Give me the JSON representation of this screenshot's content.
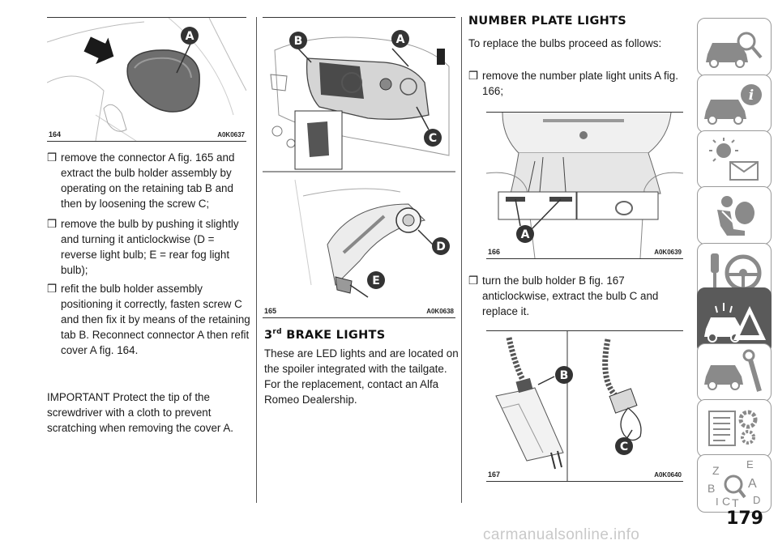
{
  "figures": {
    "fig164": {
      "number": "164",
      "code": "A0K0637",
      "callouts": [
        "A"
      ]
    },
    "fig165": {
      "number": "165",
      "code": "A0K0638",
      "callouts": [
        "B",
        "A",
        "C",
        "D",
        "E"
      ]
    },
    "fig166": {
      "number": "166",
      "code": "A0K0639",
      "callouts": [
        "A"
      ]
    },
    "fig167": {
      "number": "167",
      "code": "A0K0640",
      "callouts": [
        "B",
        "C"
      ]
    }
  },
  "col1": {
    "bullet_mark": "❒",
    "bullets": [
      "remove the connector A fig. 165 and extract the bulb holder assembly by operating on the retaining tab B and then by loosening the screw C;",
      "remove the bulb by pushing it slightly and turning it anticlockwise (D = reverse light bulb; E = rear fog light bulb);",
      "refit the bulb holder assembly positioning it correctly, fasten screw C and then fix it by means of the retaining tab B. Reconnect connector A then refit cover A fig. 164."
    ],
    "important": "IMPORTANT Protect the tip of the screwdriver with a cloth to prevent scratching when removing the cover A."
  },
  "col2": {
    "heading_num": "3",
    "heading_sup": "rd",
    "heading_rest": "BRAKE LIGHTS",
    "body": "These are LED lights and are located on the spoiler integrated with the tailgate. For the replacement, contact an Alfa Romeo Dealership."
  },
  "col3": {
    "heading": "NUMBER PLATE LIGHTS",
    "intro": "To replace the bulbs proceed as follows:",
    "bullet_mark": "❒",
    "bullet1": "remove the number plate light units A fig. 166;",
    "bullet2": "turn the bulb holder B fig. 167 anticlockwise, extract the bulb C and replace it."
  },
  "sidebar": {
    "tabs": [
      {
        "icon": "car-search-icon"
      },
      {
        "icon": "car-info-icon"
      },
      {
        "icon": "warning-light-envelope-icon"
      },
      {
        "icon": "airbag-seat-icon"
      },
      {
        "icon": "key-steering-wheel-icon"
      },
      {
        "icon": "car-breakdown-warning-icon",
        "active": true
      },
      {
        "icon": "car-maintenance-wrench-icon"
      },
      {
        "icon": "technical-data-list-gear-icon"
      },
      {
        "icon": "alphabetical-index-icon",
        "letters": [
          "Z",
          "E",
          "B",
          "A",
          "C",
          "T",
          "D",
          "I"
        ]
      }
    ]
  },
  "page_number": "179",
  "watermark": "carmanualsonline.info",
  "colors": {
    "callout_fill": "#333333",
    "active_tab": "#5a5a5a",
    "tab_border": "#9a9a9a"
  }
}
